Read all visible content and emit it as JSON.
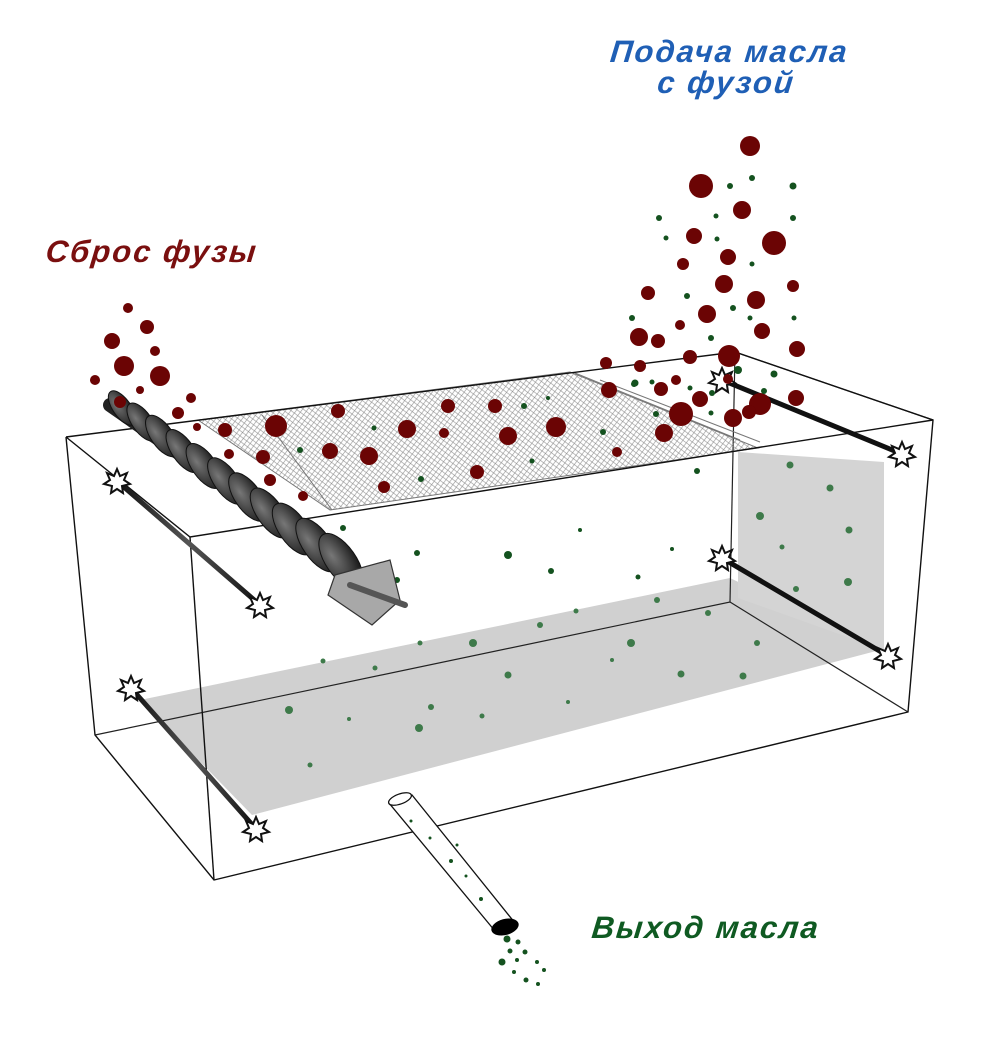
{
  "labels": {
    "feed_line1": "Подача масла",
    "feed_line2": "с фузой",
    "drop": "Сброс фузы",
    "outlet": "Выход масла"
  },
  "colors": {
    "feed_label": "#1f5fb5",
    "drop_label": "#7a0f0f",
    "outlet_label": "#0f5a22",
    "sludge_particle": "#6b0404",
    "oil_particle": "#14521f",
    "tank_edge": "#111111",
    "mesh": "#8a8a8a",
    "plane": "#cfcfcf"
  },
  "icons": [
    "auger-screw-icon",
    "mesh-screen-icon",
    "support-rod-icon",
    "mount-star-icon",
    "outlet-pipe-icon"
  ]
}
